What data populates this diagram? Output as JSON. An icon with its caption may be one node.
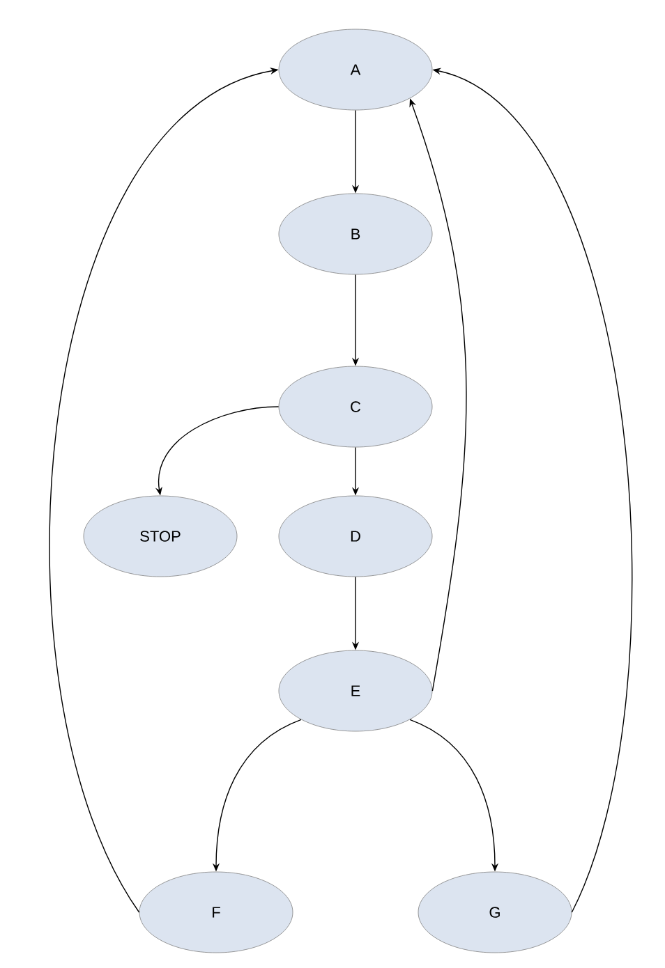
{
  "diagram": {
    "nodes": [
      {
        "text": [
          "A"
        ]
      },
      {
        "text": [
          "B"
        ]
      },
      {
        "text": [
          "C"
        ]
      },
      {
        "text": [
          "STOP"
        ]
      },
      {
        "text": [
          "D"
        ]
      },
      {
        "text": [
          "E"
        ]
      },
      {
        "text": [
          "F"
        ]
      },
      {
        "text": [
          "G"
        ]
      }
    ],
    "edges": [
      {
        "from": 0,
        "to": 1,
        "arrow": "to"
      },
      {
        "from": 1,
        "to": 2,
        "arrow": "to"
      },
      {
        "from": 2,
        "to": 3,
        "arrow": "to"
      },
      {
        "from": 2,
        "to": 4,
        "arrow": "to"
      },
      {
        "from": 4,
        "to": 5,
        "arrow": "to"
      },
      {
        "from": 5,
        "to": 6,
        "arrow": "to"
      },
      {
        "from": 5,
        "to": 7,
        "arrow": "to"
      },
      {
        "from": 6,
        "to": 0,
        "arrow": "to"
      },
      {
        "from": 5,
        "to": 0,
        "arrow": "to"
      },
      {
        "from": 7,
        "to": 0,
        "arrow": "to"
      }
    ]
  }
}
